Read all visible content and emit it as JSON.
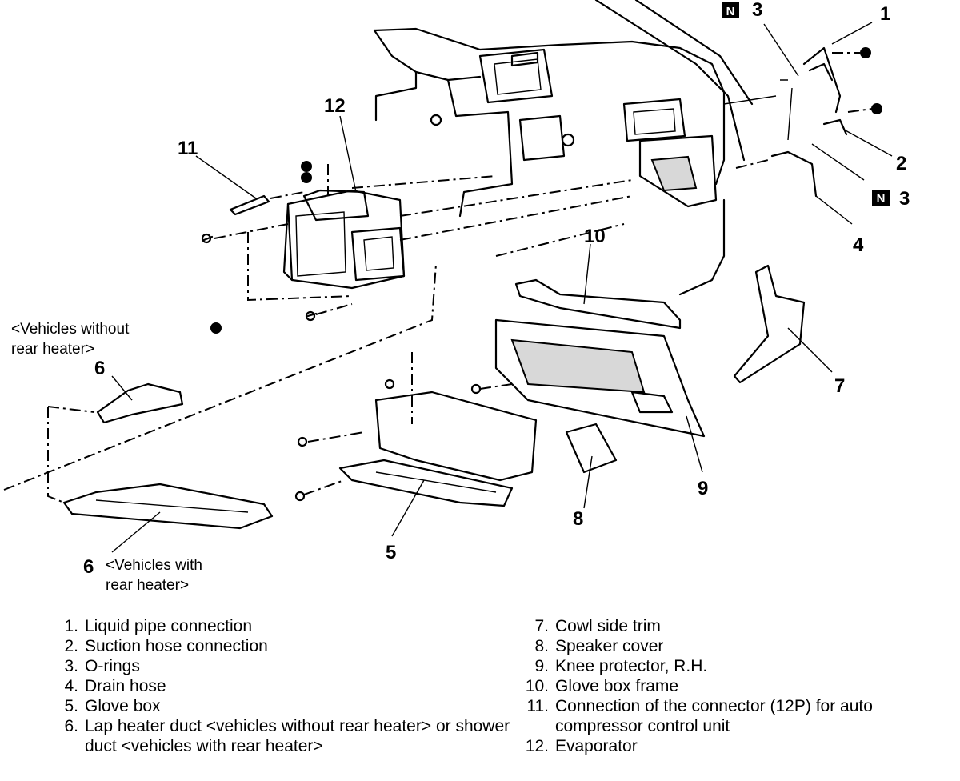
{
  "diagram": {
    "callouts": [
      "1",
      "2",
      "3",
      "3",
      "4",
      "5",
      "6",
      "6",
      "7",
      "8",
      "9",
      "10",
      "11",
      "12"
    ],
    "badges": [
      "N",
      "N"
    ],
    "notes": {
      "without_rear_heater_line1": "<Vehicles without",
      "without_rear_heater_line2": "rear heater>",
      "with_rear_heater_line1": "<Vehicles with",
      "with_rear_heater_line2": "rear heater>"
    }
  },
  "legend": {
    "left": [
      {
        "num": "1.",
        "text": "Liquid pipe connection"
      },
      {
        "num": "2.",
        "text": "Suction hose connection"
      },
      {
        "num": "3.",
        "text": "O-rings"
      },
      {
        "num": "4.",
        "text": "Drain hose"
      },
      {
        "num": "5.",
        "text": "Glove box"
      },
      {
        "num": "6.",
        "text": "Lap heater duct <vehicles without rear heater> or shower duct <vehicles with rear heater>"
      }
    ],
    "right": [
      {
        "num": "7.",
        "text": "Cowl side trim"
      },
      {
        "num": "8.",
        "text": "Speaker cover"
      },
      {
        "num": "9.",
        "text": "Knee protector, R.H."
      },
      {
        "num": "10.",
        "text": "Glove box frame"
      },
      {
        "num": "11.",
        "text": "Connection of the connector (12P) for auto compressor control unit"
      },
      {
        "num": "12.",
        "text": "Evaporator"
      }
    ]
  }
}
